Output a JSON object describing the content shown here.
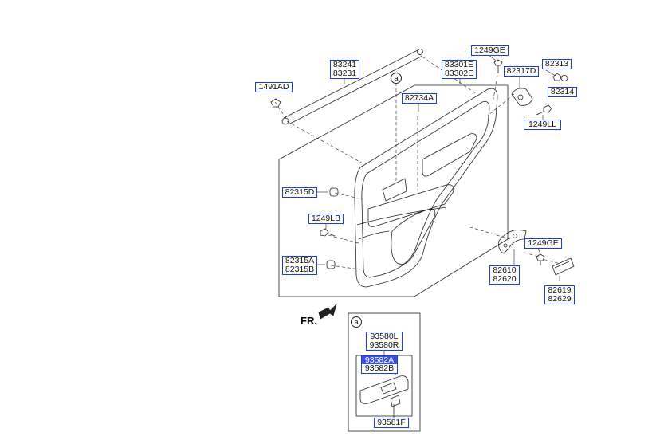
{
  "diagram": {
    "labels": {
      "l_1491AD": [
        "1491AD"
      ],
      "l_83241": [
        "83241",
        "83231"
      ],
      "l_83301E": [
        "83301E",
        "83302E"
      ],
      "l_1249GE_top": [
        "1249GE"
      ],
      "l_82317D": [
        "82317D"
      ],
      "l_82313": [
        "82313"
      ],
      "l_82314": [
        "82314"
      ],
      "l_82734A": [
        "82734A"
      ],
      "l_1249LL": [
        "1249LL"
      ],
      "l_82315D": [
        "82315D"
      ],
      "l_1249LB": [
        "1249LB"
      ],
      "l_82315A": [
        "82315A",
        "82315B"
      ],
      "l_1249GE_mid": [
        "1249GE"
      ],
      "l_82610": [
        "82610",
        "82620"
      ],
      "l_82619": [
        "82619",
        "82629"
      ],
      "l_93580L": [
        "93580L",
        "93580R"
      ],
      "l_93582A": [
        "93582A"
      ],
      "l_93582B": [
        "93582B"
      ],
      "l_93581F": [
        "93581F"
      ]
    },
    "callout_marker": "a",
    "detail_marker": "a",
    "front_indicator": "FR."
  }
}
